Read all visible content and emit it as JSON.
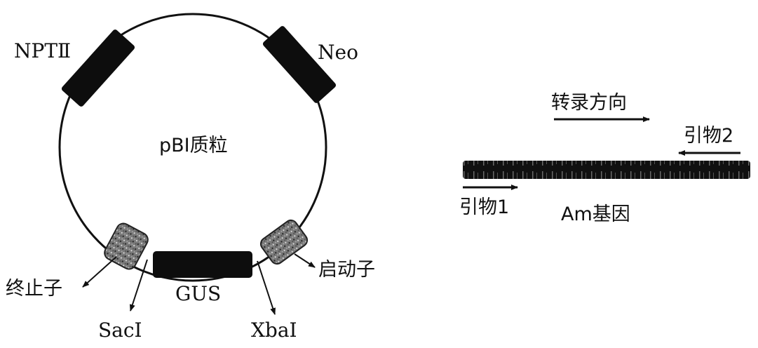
{
  "plasmid": {
    "name": "pBI质粒",
    "labels": {
      "npt": "NPTⅡ",
      "neo": "Neo",
      "gus": "GUS",
      "terminator": "终止子",
      "promoter": "启动子",
      "saci": "SacⅠ",
      "xbai": "XbaⅠ"
    }
  },
  "gene": {
    "name": "Am基因",
    "transcription_direction": "转录方向",
    "primer1": "引物1",
    "primer2": "引物2"
  },
  "colors": {
    "line": "#111111",
    "element_fill": "#0d0d0d",
    "regulatory_fill": "#8a8a8a"
  }
}
